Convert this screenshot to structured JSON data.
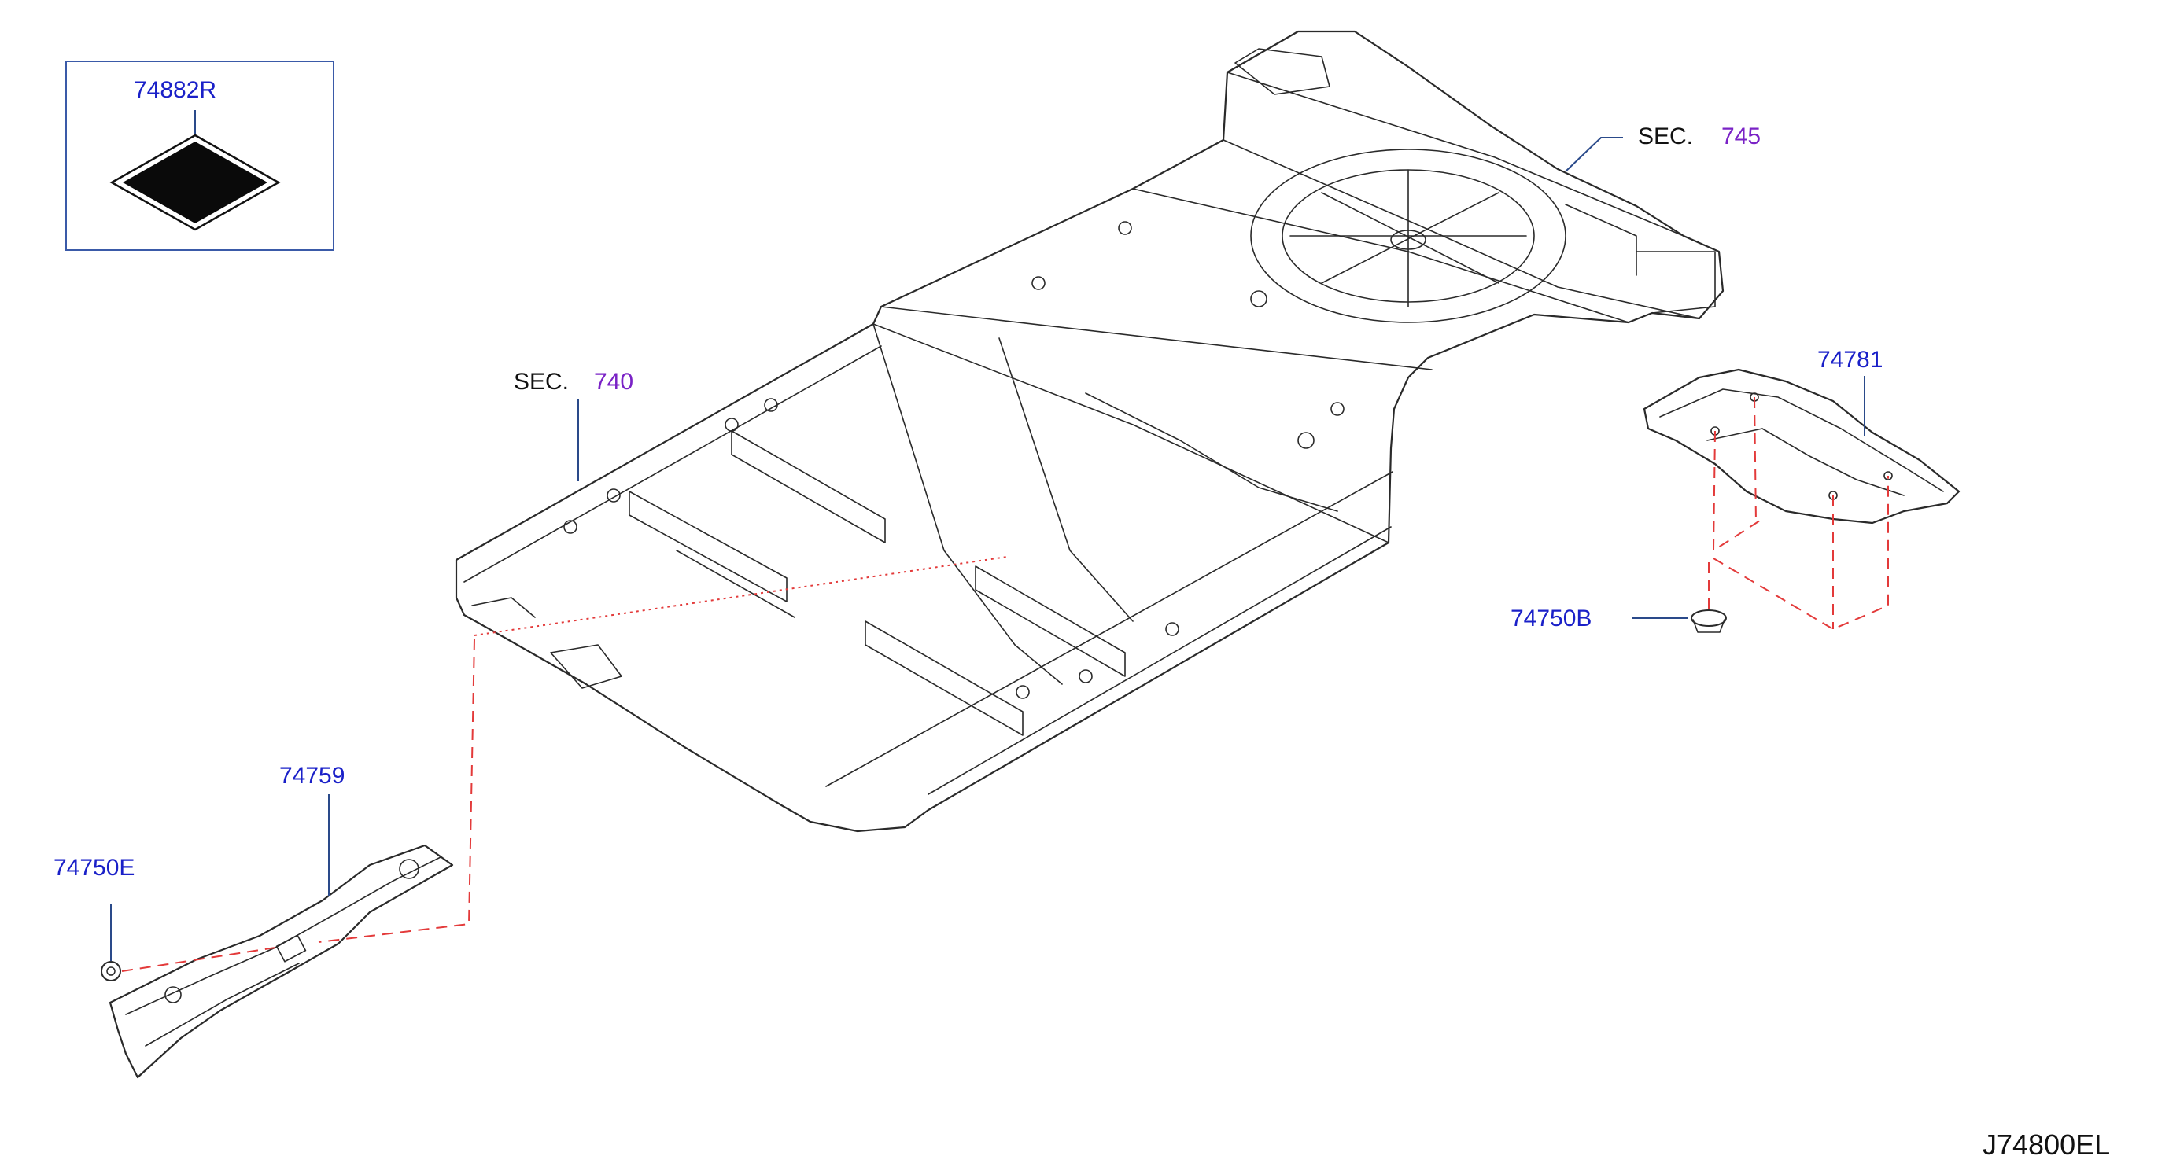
{
  "drawing_code": "J74800EL",
  "legend_box": {
    "part_number": "74882R"
  },
  "sections": [
    {
      "prefix": "SEC.",
      "number": "745"
    },
    {
      "prefix": "SEC.",
      "number": "740"
    }
  ],
  "parts": [
    {
      "number": "74781"
    },
    {
      "number": "74750B"
    },
    {
      "number": "74759"
    },
    {
      "number": "74750E"
    }
  ],
  "colors": {
    "part_label": "#1a20c8",
    "section_number": "#7a22c6",
    "dashed_reference": "#e33a3a",
    "line_art": "#2a2a2a"
  }
}
